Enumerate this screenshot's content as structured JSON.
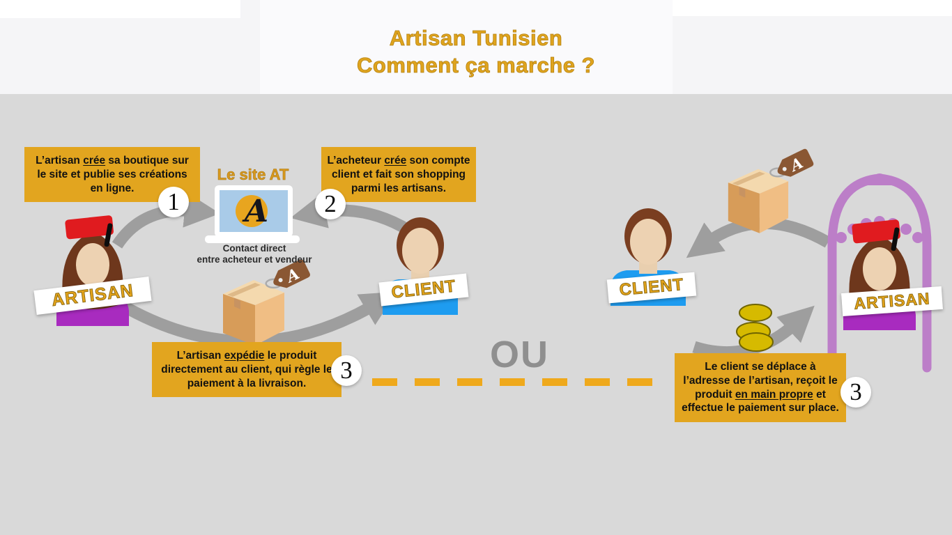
{
  "title": {
    "line1": "Artisan Tunisien",
    "line2": "Comment ça marche ?"
  },
  "site": {
    "label": "Le site AT",
    "contact_line1": "Contact direct",
    "contact_line2": "entre acheteur et vendeur",
    "logo_letter": "A"
  },
  "or_divider": "OU",
  "persons": {
    "artisan_label": "ARTISAN",
    "client_label": "CLIENT"
  },
  "steps": [
    {
      "number": "1",
      "pre": "L’artisan ",
      "underlined": "crée",
      "post": " sa boutique sur le site et publie ses créations en ligne."
    },
    {
      "number": "2",
      "pre": "L’acheteur ",
      "underlined": "crée",
      "post": " son compte client et fait son shopping parmi les artisans."
    },
    {
      "number": "3",
      "pre": "L’artisan ",
      "underlined": "expédie",
      "post": " le produit directement au client, qui règle le paiement à la livraison."
    },
    {
      "number": "3",
      "pre": "Le client se déplace à l’adresse de l’artisan, reçoit le produit ",
      "underlined": "en main propre",
      "post": " et effectue le paiement sur place."
    }
  ],
  "tag": {
    "letter": "A"
  },
  "colors": {
    "background": "#d9d9d9",
    "accent_gold": "#E2A51F",
    "title_gold": "#DFA41E",
    "arrow_gray": "#9E9E9E",
    "tent_purple": "#BC7EC8",
    "client_shirt_blue": "#1E9CF0",
    "artisan_shirt_purple": "#A82BBF",
    "fez_red": "#E01B1F",
    "box_tan": "#F0BE84",
    "coin_yellow": "#D6BA00",
    "screen_blue": "#A9CBE8"
  }
}
